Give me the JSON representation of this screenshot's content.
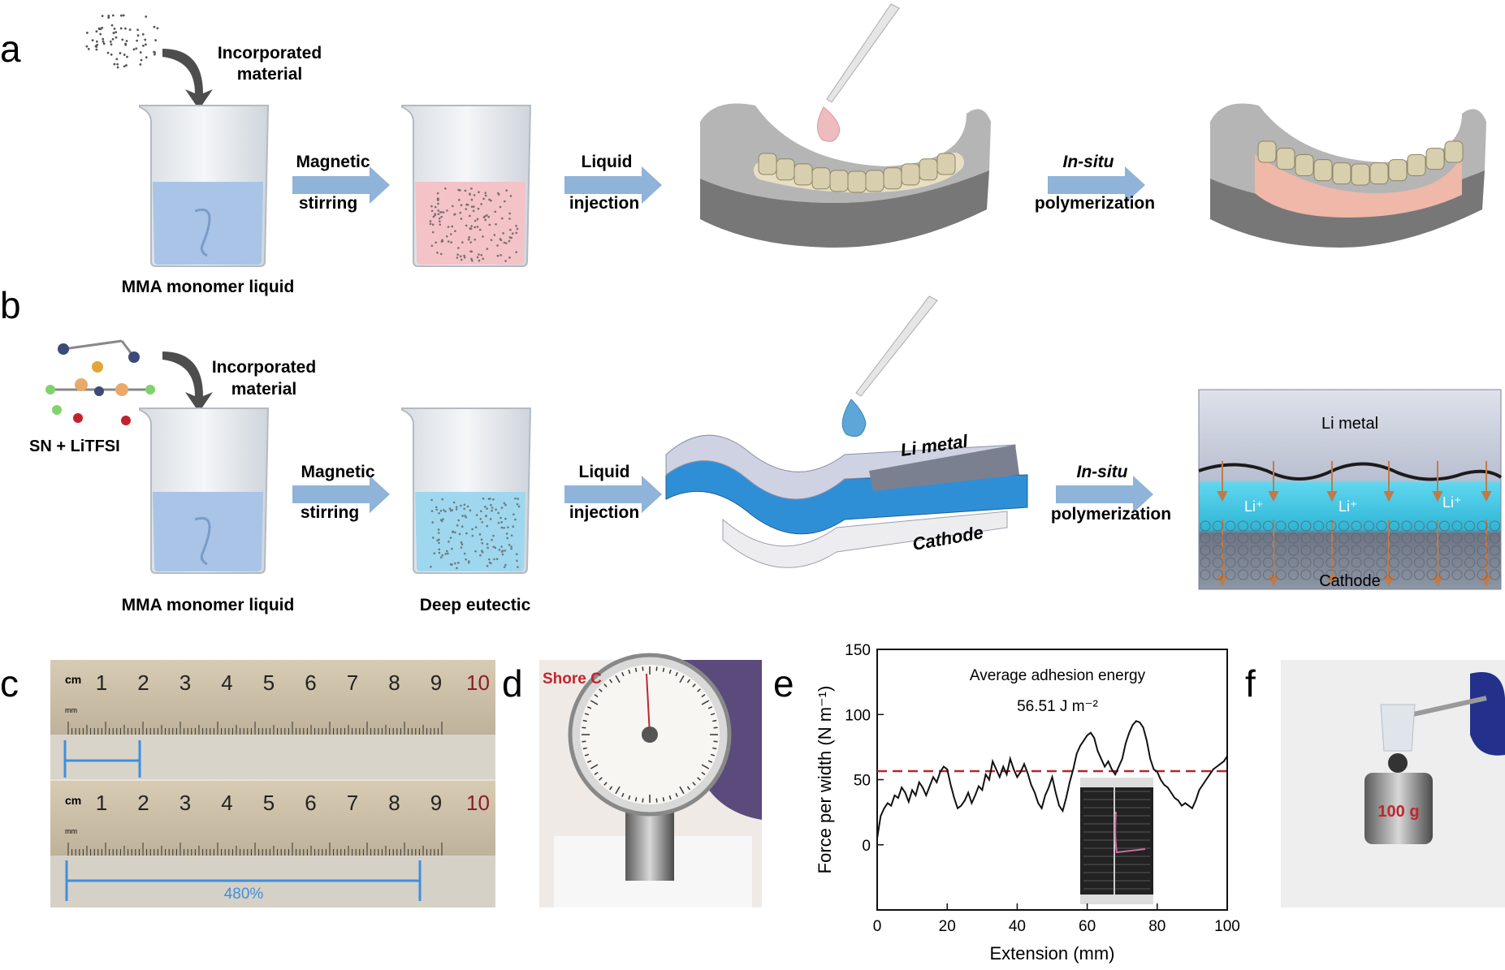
{
  "panel_a": {
    "letter": "a",
    "incorporated_line1": "Incorporated",
    "incorporated_line2": "material",
    "beaker_label": "MMA monomer liquid",
    "step1_line1": "Magnetic",
    "step1_line2": "stirring",
    "step2_line1": "Liquid",
    "step2_line2": "injection",
    "step3_line1": "In-situ",
    "step3_line2": "polymerization"
  },
  "panel_b": {
    "letter": "b",
    "molecule_label": "SN + LiTFSI",
    "incorporated_line1": "Incorporated",
    "incorporated_line2": "material",
    "beaker_label": "MMA monomer liquid",
    "eutectic_label": "Deep eutectic",
    "step1_line1": "Magnetic",
    "step1_line2": "stirring",
    "step2_line1": "Liquid",
    "step2_line2": "injection",
    "step3_line1": "In-situ",
    "step3_line2": "polymerization",
    "li_metal_label": "Li metal",
    "cathode_label": "Cathode",
    "result_li_metal": "Li metal",
    "result_cathode": "Cathode",
    "li_ion": "Li⁺"
  },
  "panel_c": {
    "letter": "c",
    "ruler_unit": "cm",
    "ruler_sub": "mm",
    "ruler_numbers": [
      "1",
      "2",
      "3",
      "4",
      "5",
      "6",
      "7",
      "8",
      "9",
      "10"
    ],
    "stretch_label": "480%"
  },
  "panel_d": {
    "letter": "d",
    "gauge_label": "Shore C"
  },
  "panel_e": {
    "letter": "e",
    "annotation_line1": "Average adhesion energy",
    "annotation_line2": "56.51 J m⁻²"
  },
  "panel_f": {
    "letter": "f",
    "weight_label": "100 g"
  },
  "colors": {
    "arrow_blue": "#8fb3d9",
    "red_dashed": "#b3282d",
    "blue_liquid": "#a9c4e6",
    "pink_liquid": "#f3c3c7",
    "cyan_liquid": "#9fd7ee",
    "label_red": "#c0262d",
    "measure_blue": "#3f8fe0"
  },
  "chart_data": {
    "type": "line",
    "xlabel": "Extension (mm)",
    "ylabel": "Force per width (N m⁻¹)",
    "xlim": [
      0,
      100
    ],
    "ylim": [
      -50,
      150
    ],
    "xticks": [
      0,
      20,
      40,
      60,
      80,
      100
    ],
    "yticks": [
      0,
      50,
      100,
      150
    ],
    "average_line": 56.51,
    "x": [
      0,
      1,
      2,
      3,
      4,
      5,
      6,
      7,
      8,
      9,
      10,
      11,
      12,
      13,
      14,
      15,
      16,
      17,
      18,
      19,
      20,
      21,
      22,
      23,
      24,
      25,
      26,
      27,
      28,
      29,
      30,
      31,
      32,
      33,
      34,
      35,
      36,
      37,
      38,
      39,
      40,
      41,
      42,
      43,
      44,
      45,
      46,
      47,
      48,
      49,
      50,
      51,
      52,
      53,
      54,
      55,
      56,
      57,
      58,
      59,
      60,
      61,
      62,
      63,
      64,
      65,
      66,
      67,
      68,
      69,
      70,
      71,
      72,
      73,
      74,
      75,
      76,
      77,
      78,
      79,
      80,
      81,
      82,
      83,
      84,
      85,
      86,
      87,
      88,
      89,
      90,
      91,
      92,
      93,
      94,
      95,
      96,
      97,
      98,
      99,
      100
    ],
    "y": [
      5,
      22,
      28,
      32,
      30,
      38,
      36,
      44,
      40,
      33,
      42,
      38,
      48,
      44,
      38,
      45,
      52,
      48,
      56,
      60,
      58,
      46,
      36,
      28,
      30,
      34,
      40,
      32,
      38,
      45,
      42,
      54,
      50,
      64,
      58,
      52,
      60,
      54,
      66,
      58,
      52,
      56,
      62,
      55,
      46,
      40,
      32,
      28,
      38,
      44,
      52,
      40,
      30,
      26,
      36,
      48,
      58,
      70,
      76,
      80,
      84,
      86,
      82,
      72,
      66,
      60,
      64,
      58,
      54,
      60,
      66,
      78,
      86,
      92,
      95,
      94,
      90,
      80,
      66,
      58,
      56,
      50,
      46,
      44,
      40,
      36,
      34,
      30,
      32,
      30,
      28,
      34,
      42,
      46,
      50,
      54,
      58,
      60,
      62,
      64,
      68
    ]
  }
}
